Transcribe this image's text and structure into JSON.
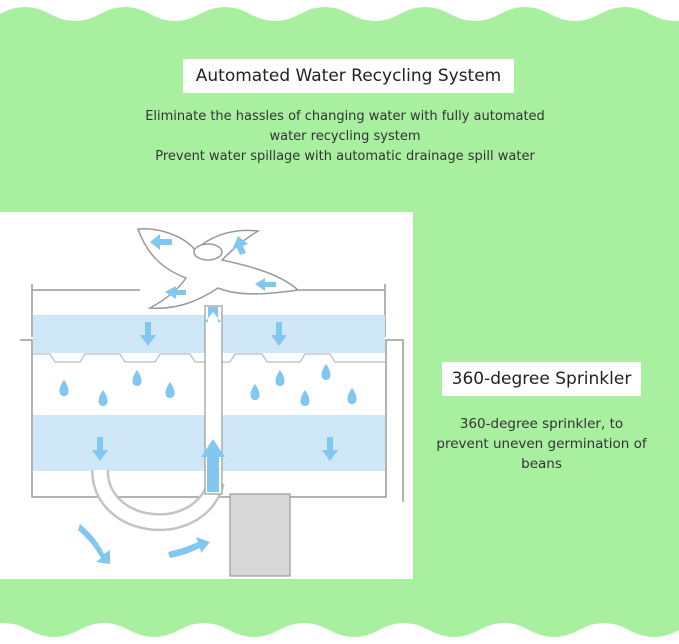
{
  "colors": {
    "background_green": "#a8f0a0",
    "water_blue": "#cfe7f6",
    "arrow_blue": "#82c7ef",
    "line_gray": "#9a9a9a"
  },
  "section1": {
    "title": "Automated Water Recycling System",
    "lines": [
      "Eliminate the hassles of changing water with fully automated",
      "water recycling system",
      "Prevent water spillage with automatic drainage spill water"
    ]
  },
  "section2": {
    "title": "360-degree Sprinkler",
    "lines": [
      "360-degree sprinkler, to",
      "prevent uneven germination of",
      "beans"
    ]
  },
  "diagram": {
    "icon": "water-recycling-diagram",
    "parts": [
      "sprinkler-head",
      "upper-tray",
      "lower-tray",
      "water-droplets",
      "flow-arrows",
      "pipe",
      "pump"
    ]
  }
}
